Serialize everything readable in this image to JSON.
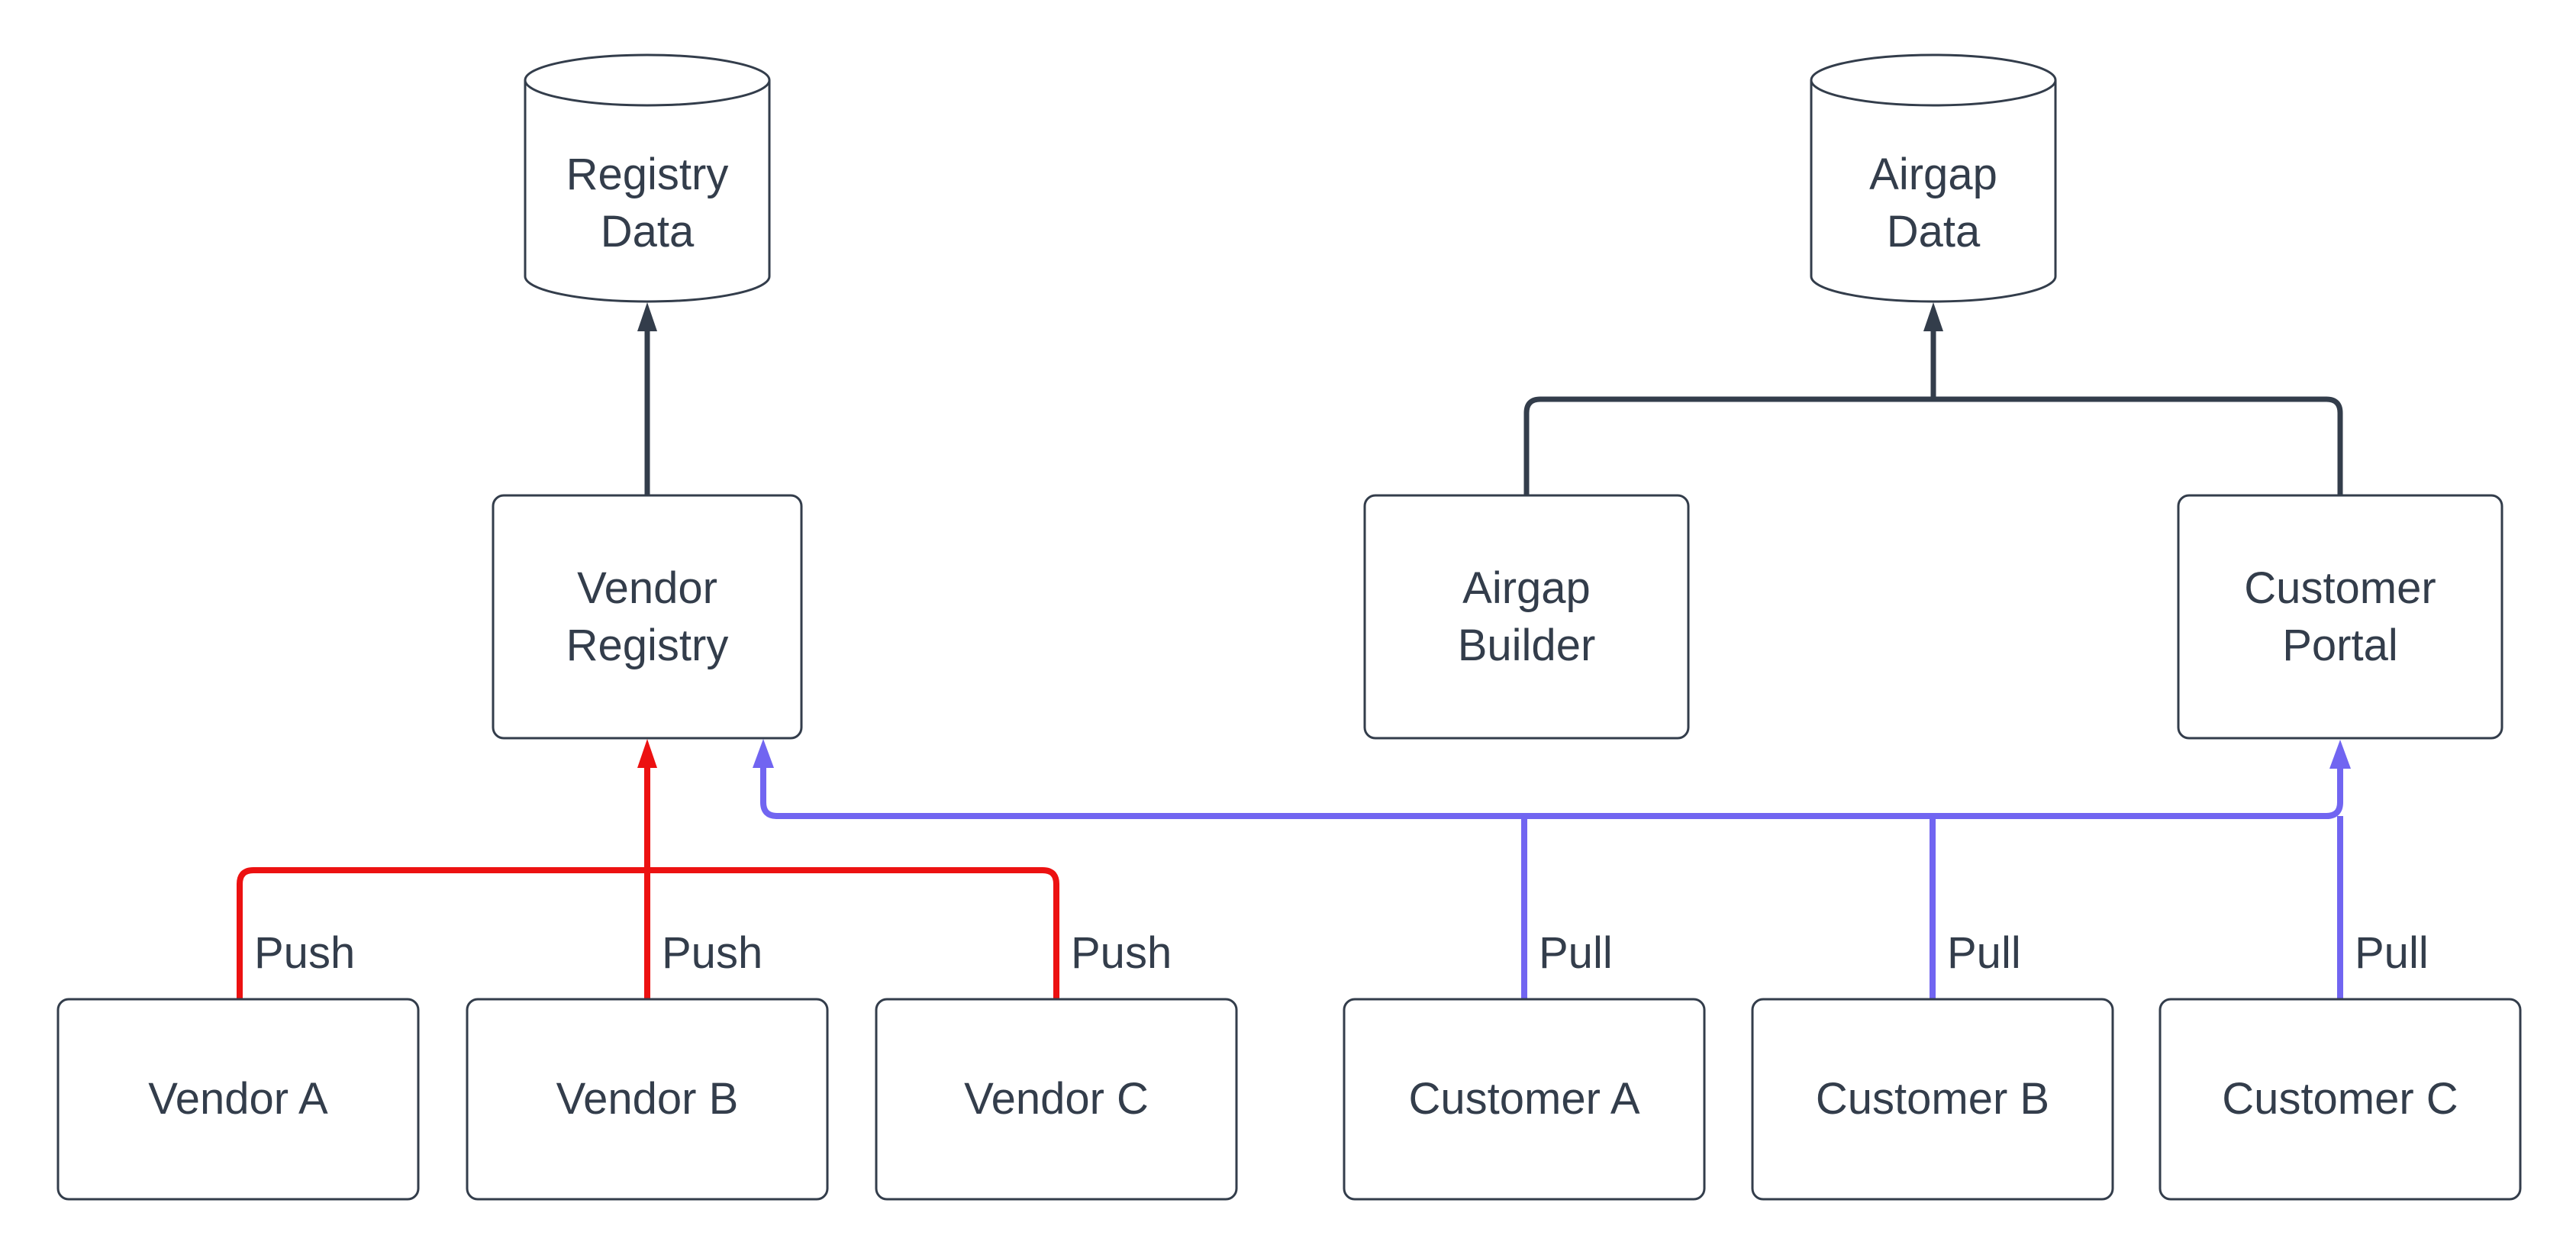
{
  "diagram": {
    "type": "flowchart",
    "background": "#ffffff",
    "colors": {
      "stroke_dark": "#333d4b",
      "push_red": "#ec1111",
      "pull_blue": "#7165f1",
      "node_fill": "#ffffff"
    },
    "nodes": {
      "registry_data": {
        "label": "Registry\nData",
        "shape": "cylinder"
      },
      "airgap_data": {
        "label": "Airgap\nData",
        "shape": "cylinder"
      },
      "vendor_registry": {
        "label": "Vendor\nRegistry",
        "shape": "rounded-rect"
      },
      "airgap_builder": {
        "label": "Airgap\nBuilder",
        "shape": "rounded-rect"
      },
      "customer_portal": {
        "label": "Customer\nPortal",
        "shape": "rounded-rect"
      },
      "vendor_a": {
        "label": "Vendor A",
        "shape": "rounded-rect"
      },
      "vendor_b": {
        "label": "Vendor B",
        "shape": "rounded-rect"
      },
      "vendor_c": {
        "label": "Vendor C",
        "shape": "rounded-rect"
      },
      "customer_a": {
        "label": "Customer A",
        "shape": "rounded-rect"
      },
      "customer_b": {
        "label": "Customer B",
        "shape": "rounded-rect"
      },
      "customer_c": {
        "label": "Customer C",
        "shape": "rounded-rect"
      }
    },
    "edge_labels": [
      "Push",
      "Push",
      "Push",
      "Pull",
      "Pull",
      "Pull"
    ],
    "edges": [
      {
        "from": "vendor_registry",
        "to": "registry_data",
        "color": "dark",
        "arrow": "to"
      },
      {
        "from": "airgap_builder",
        "to": "airgap_data",
        "color": "dark",
        "arrow": "to"
      },
      {
        "from": "customer_portal",
        "to": "airgap_data",
        "color": "dark",
        "arrow": "to"
      },
      {
        "from": "vendor_a",
        "to": "vendor_registry",
        "label": "Push",
        "color": "red",
        "arrow": "to"
      },
      {
        "from": "vendor_b",
        "to": "vendor_registry",
        "label": "Push",
        "color": "red",
        "arrow": "to"
      },
      {
        "from": "vendor_c",
        "to": "vendor_registry",
        "label": "Push",
        "color": "red",
        "arrow": "to"
      },
      {
        "from": "customer_a",
        "to": [
          "vendor_registry",
          "customer_portal"
        ],
        "label": "Pull",
        "color": "blue",
        "arrow": "to"
      },
      {
        "from": "customer_b",
        "to": [
          "vendor_registry",
          "customer_portal"
        ],
        "label": "Pull",
        "color": "blue",
        "arrow": "to"
      },
      {
        "from": "customer_c",
        "to": [
          "vendor_registry",
          "customer_portal"
        ],
        "label": "Pull",
        "color": "blue",
        "arrow": "to"
      }
    ]
  }
}
